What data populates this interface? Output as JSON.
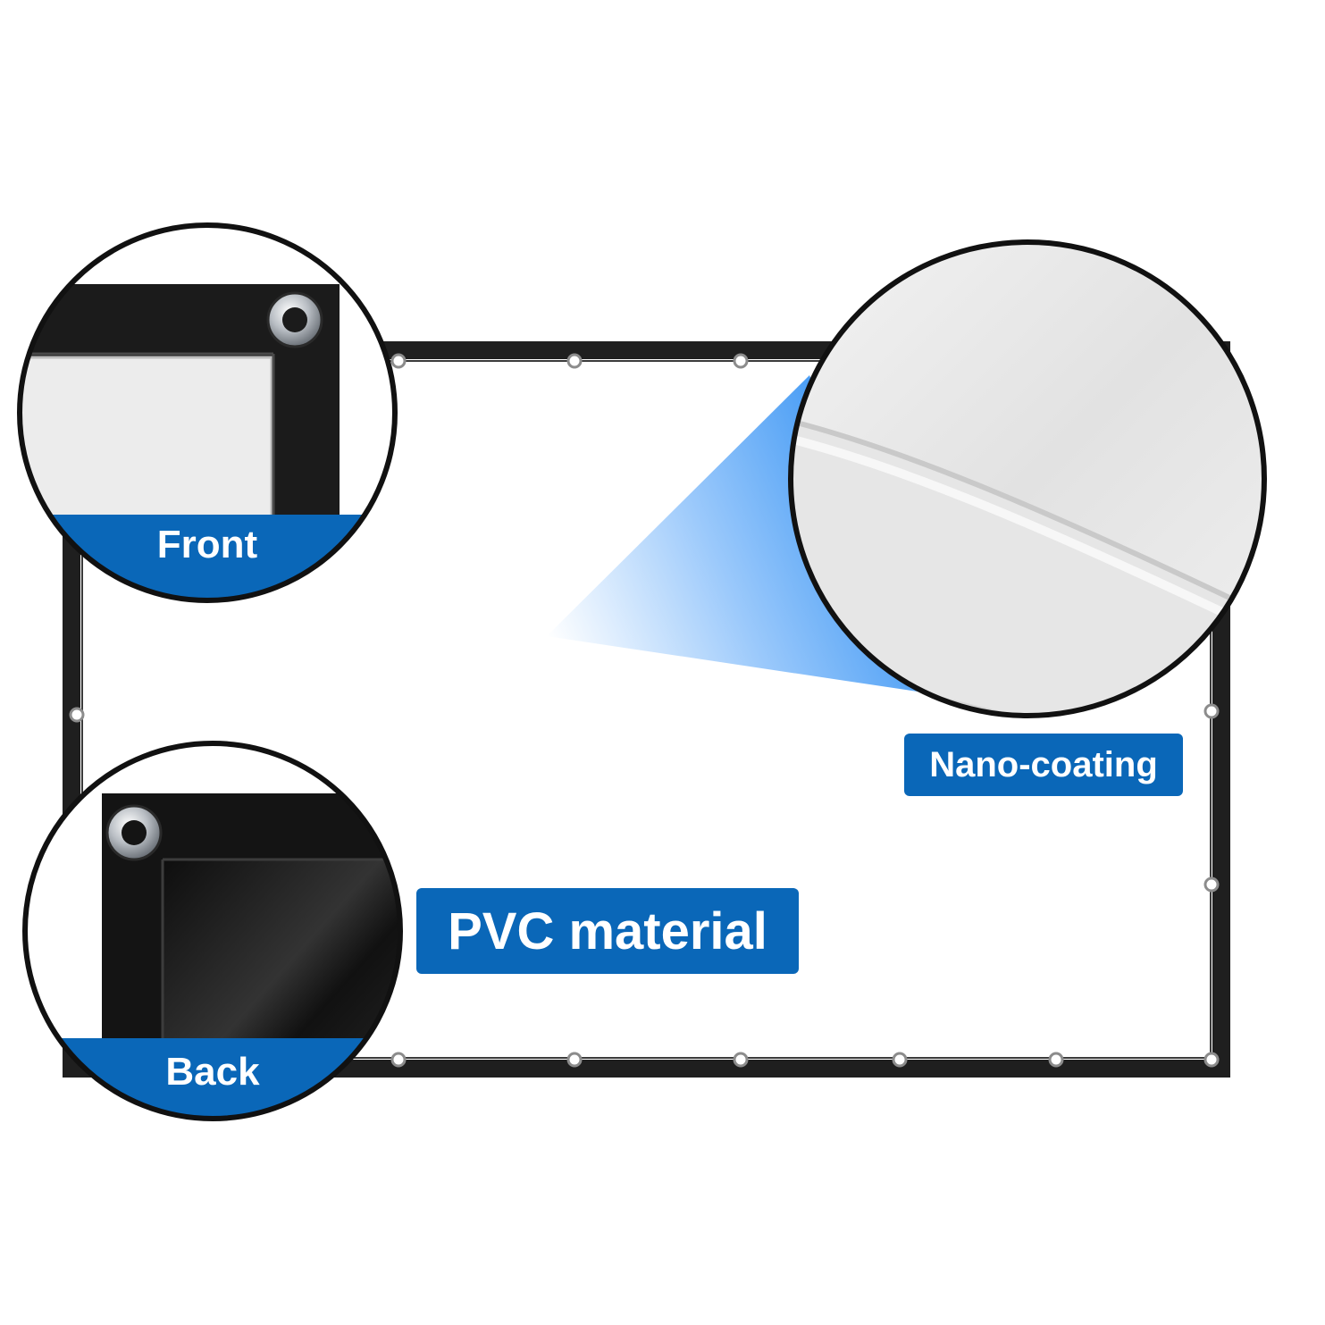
{
  "labels": {
    "front": "Front",
    "back": "Back",
    "nano_coating": "Nano-coating",
    "material": "PVC material"
  },
  "colors": {
    "label_blue": "#0a67b8",
    "screen_border": "#1f1f1f",
    "grommet_ring": "#9aa0a6",
    "beam_blue": "#4d9ff5",
    "fabric_white": "#eeeeee",
    "back_black": "#151515"
  },
  "icons": {
    "grommet": "grommet-icon",
    "zoom_beam": "zoom-beam"
  }
}
